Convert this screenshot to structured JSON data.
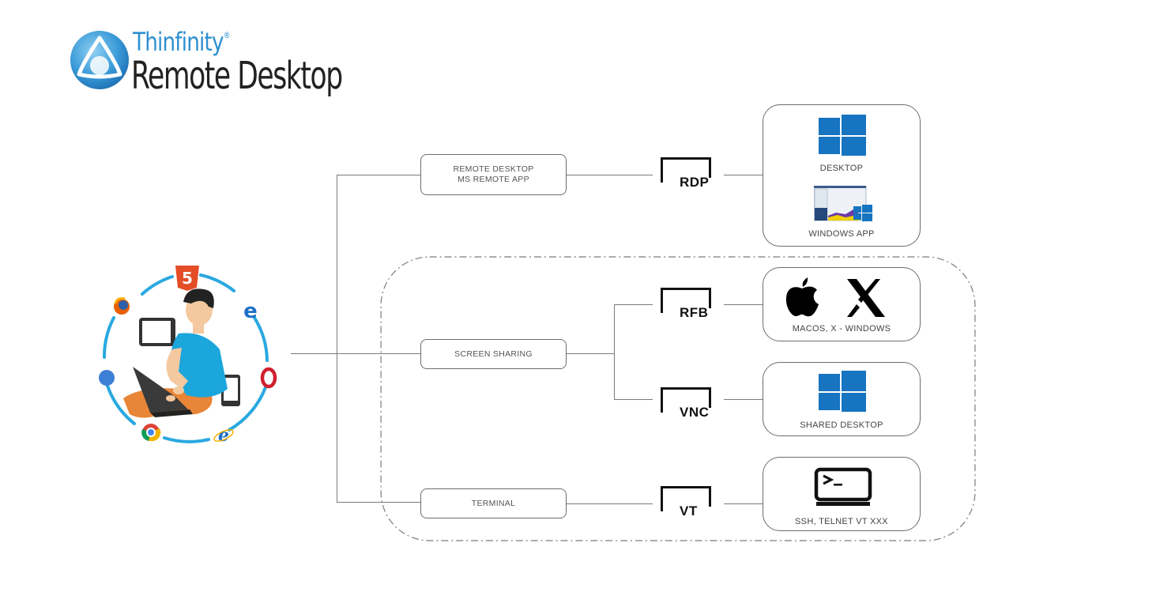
{
  "logo": {
    "brand": "Thinfinity",
    "registered": "®",
    "product": "Remote Desktop",
    "color": "#2d8fd0"
  },
  "client": {
    "illustration": "user-with-devices",
    "browser_icons": [
      "html5-icon",
      "edge-icon",
      "opera-icon",
      "ie-icon",
      "chrome-icon",
      "safari-icon",
      "firefox-icon"
    ],
    "device_icons": [
      "tablet-icon",
      "laptop-icon",
      "phone-icon"
    ],
    "ring_color": "#29a8e0"
  },
  "branches": [
    {
      "id": "remote-desktop",
      "option_lines": [
        "REMOTE DESKTOP",
        "MS REMOTE APP"
      ],
      "protocols": [
        {
          "name": "RDP",
          "targets": [
            {
              "icon": "windows-logo-icon",
              "label": "DESKTOP"
            },
            {
              "icon": "windows-app-icon",
              "label": "WINDOWS APP"
            }
          ]
        }
      ]
    },
    {
      "id": "screen-sharing",
      "option_lines": [
        "SCREEN SHARING"
      ],
      "protocols": [
        {
          "name": "RFB",
          "targets": [
            {
              "icons": [
                "apple-logo-icon",
                "x-windows-logo-icon"
              ],
              "label": "MACOS, X - WINDOWS"
            }
          ]
        },
        {
          "name": "VNC",
          "targets": [
            {
              "icon": "windows-logo-icon",
              "label": "SHARED DESKTOP"
            }
          ]
        }
      ]
    },
    {
      "id": "terminal",
      "option_lines": [
        "TERMINAL"
      ],
      "protocols": [
        {
          "name": "VT",
          "targets": [
            {
              "icon": "terminal-icon",
              "label": "SSH, TELNET VT XXX"
            }
          ]
        }
      ]
    }
  ],
  "colors": {
    "windows_blue": "#1674c1",
    "connector": "#7a7a7a",
    "box_border": "#6d6d6d"
  }
}
